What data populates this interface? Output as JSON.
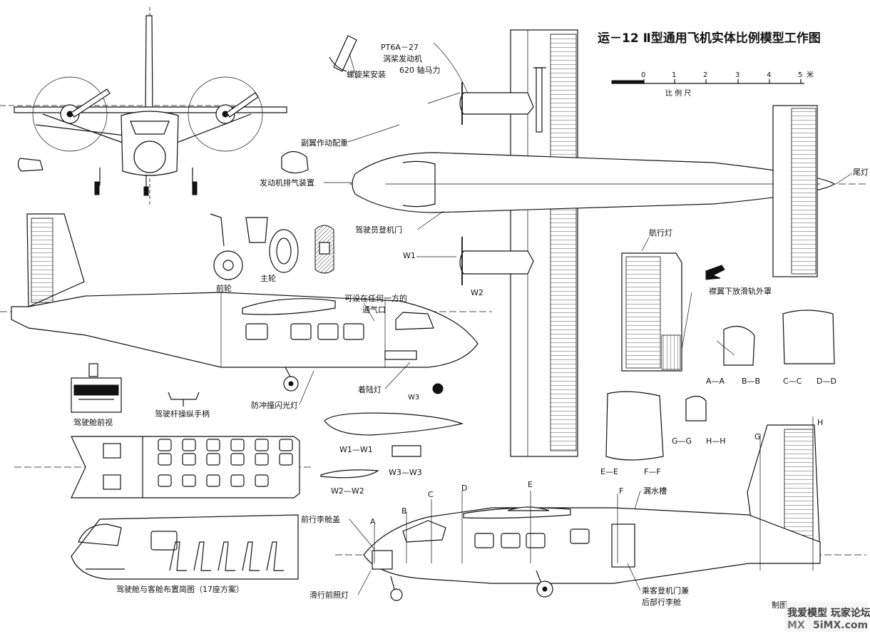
{
  "title": "运－12 Ⅱ型通用飞机实体比例模型工作图",
  "scale": {
    "ticks": [
      "0",
      "1",
      "2",
      "3",
      "4",
      "5"
    ],
    "unit": "米",
    "caption": "比    例    尺"
  },
  "engine_note": {
    "line1": "PT6A－27",
    "line2": "涡桨发动机",
    "line3": "620 轴马力"
  },
  "labels": {
    "prop_install": "螺旋桨安装",
    "aileron_weight": "副翼作动配重",
    "exhaust": "发动机排气装置",
    "nose_wheel": "前轮",
    "main_wheel": "主轮",
    "pilot_door": "驾驶员登机门",
    "tail_light": "尾灯",
    "nav_light": "航行灯",
    "flap_fairing": "襟翼下放滑轨外罩",
    "vent": "可设在任何一方的",
    "vent2": "通气口",
    "landing_light": "着陆灯",
    "strobe": "防冲撞闪光灯",
    "cockpit_front": "驾驶舱前视",
    "control_yoke": "驾驶杆操纵手柄",
    "layout_caption": "驾驶舱与客舱布置简图（17座方案）",
    "fwd_baggage": "前行李舱盖",
    "taxi_light": "滑行前照灯",
    "gutter": "漏水槽",
    "pax_door": "乘客登机门兼",
    "pax_door2": "后部行李舱",
    "drawn_by": "制图"
  },
  "sections": {
    "W1": "W1",
    "W2": "W2",
    "W3": "W3",
    "W1W1": "W1—W1",
    "W2W2": "W2—W2",
    "W3W3": "W3—W3",
    "AA": "A—A",
    "BB": "B—B",
    "CC": "C—C",
    "DD": "D—D",
    "EE": "E—E",
    "FF": "F—F",
    "GG": "G—G",
    "HH": "H—H",
    "A": "A",
    "B": "B",
    "C": "C",
    "D": "D",
    "E": "E",
    "F": "F",
    "G": "G",
    "H": "H"
  },
  "watermark": {
    "line1": "我爱模型 玩家论坛",
    "line2": "5iMX.com",
    "brand": "MX"
  }
}
